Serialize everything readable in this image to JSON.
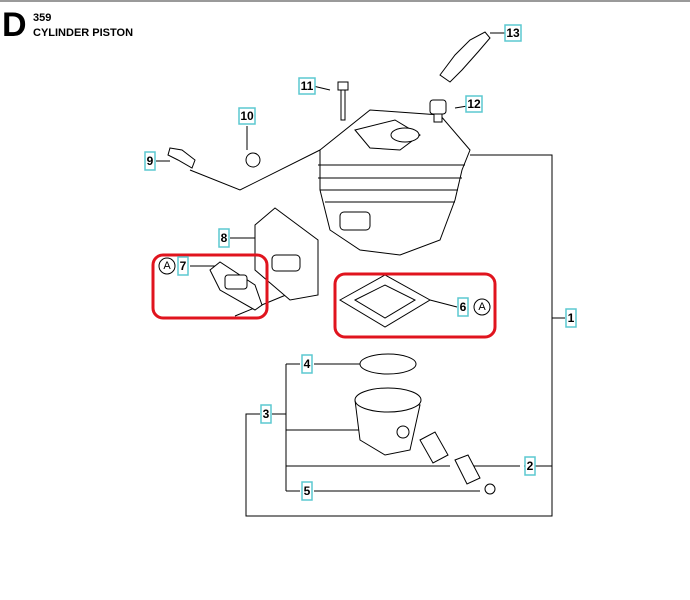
{
  "header": {
    "section": "D",
    "model": "359",
    "title": "CYLINDER PISTON"
  },
  "colors": {
    "highlight": "#e0141e",
    "label_border": "#5cc8d0"
  },
  "labels": {
    "p1": "1",
    "p2": "2",
    "p3": "3",
    "p4": "4",
    "p5": "5",
    "p6": "6",
    "p7": "7",
    "p8": "8",
    "p9": "9",
    "p10": "10",
    "p11": "11",
    "p12": "12",
    "p13": "13"
  },
  "refs": {
    "gasket_6": "A",
    "gasket_7": "A"
  }
}
